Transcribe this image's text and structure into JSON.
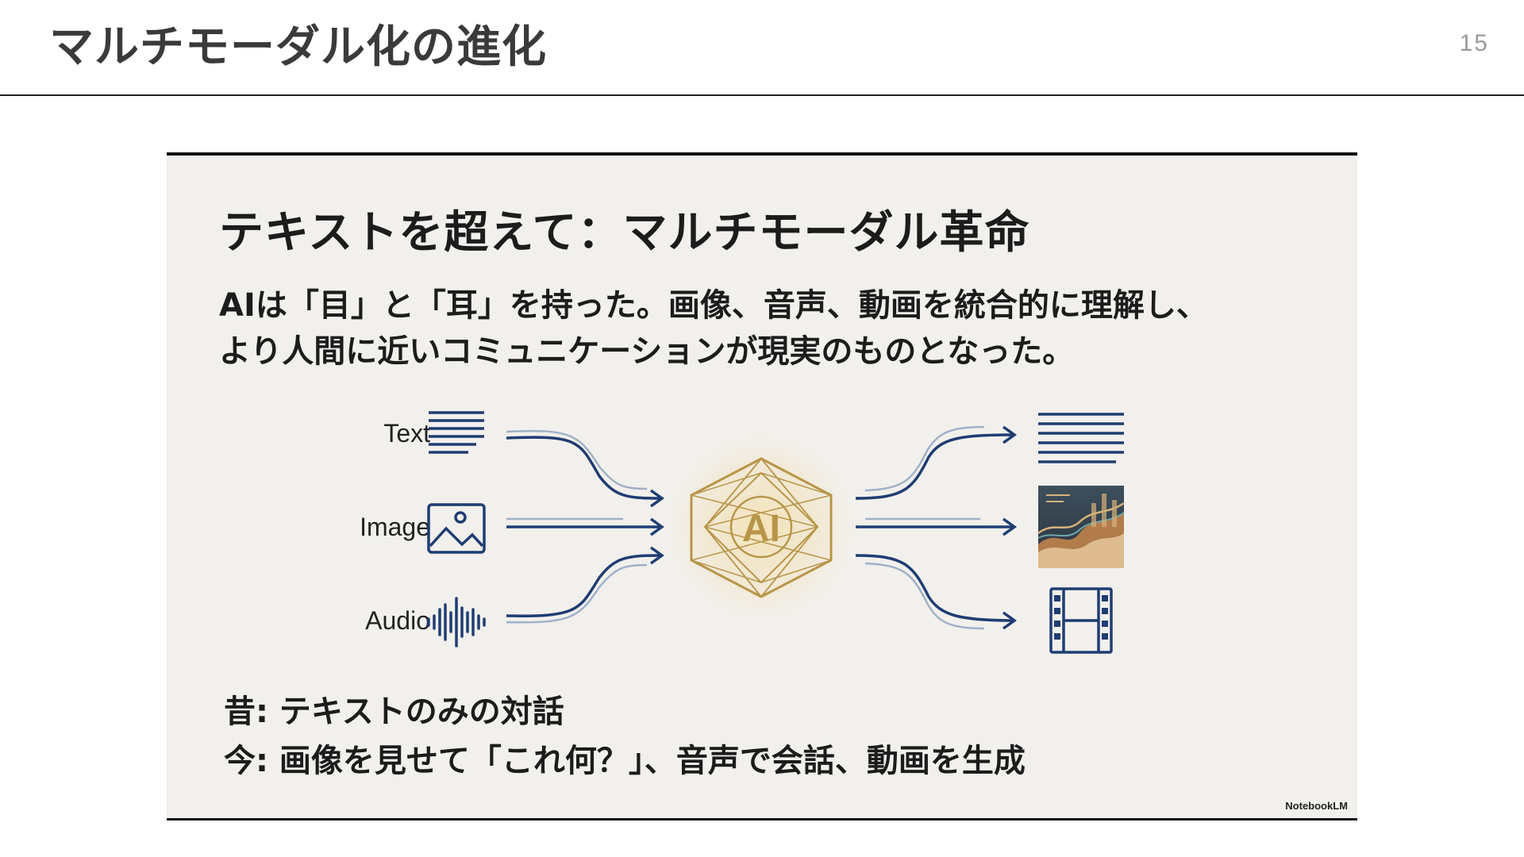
{
  "slide": {
    "title": "マルチモーダル化の進化",
    "page_number": "15"
  },
  "panel": {
    "title": "テキストを超えて：マルチモーダル革命",
    "body_line1": "AIは「目」と「耳」を持った。画像、音声、動画を統合的に理解し、",
    "body_line2": "より人間に近いコミュニケーションが現実のものとなった。",
    "diagram": {
      "inputs": [
        {
          "label": "Text",
          "icon": "text-lines-icon"
        },
        {
          "label": "Image",
          "icon": "image-icon"
        },
        {
          "label": "Audio",
          "icon": "audio-waveform-icon"
        }
      ],
      "core_label": "AI",
      "outputs": [
        {
          "icon": "text-lines-icon"
        },
        {
          "icon": "chart-image-icon"
        },
        {
          "icon": "film-strip-icon"
        }
      ],
      "accent_blue": "#1f3d73",
      "accent_gold": "#b89548"
    },
    "past_line": "昔: テキストのみの対話",
    "now_line": "今: 画像を見せて「これ何？」、音声で会話、動画を生成",
    "watermark": "NotebookLM"
  }
}
